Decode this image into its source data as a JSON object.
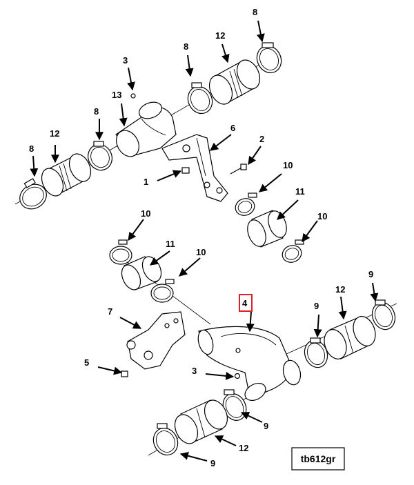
{
  "diagram": {
    "reference_tag": "tb612gr",
    "highlighted_callout": "4",
    "highlight_color": "#e02020",
    "callouts": [
      {
        "label": "8"
      },
      {
        "label": "12"
      },
      {
        "label": "8"
      },
      {
        "label": "3"
      },
      {
        "label": "13"
      },
      {
        "label": "8"
      },
      {
        "label": "6"
      },
      {
        "label": "12"
      },
      {
        "label": "2"
      },
      {
        "label": "8"
      },
      {
        "label": "1"
      },
      {
        "label": "10"
      },
      {
        "label": "11"
      },
      {
        "label": "10"
      },
      {
        "label": "10"
      },
      {
        "label": "11"
      },
      {
        "label": "10"
      },
      {
        "label": "4"
      },
      {
        "label": "9"
      },
      {
        "label": "7"
      },
      {
        "label": "12"
      },
      {
        "label": "9"
      },
      {
        "label": "5"
      },
      {
        "label": "3"
      },
      {
        "label": "9"
      },
      {
        "label": "12"
      },
      {
        "label": "9"
      }
    ]
  }
}
